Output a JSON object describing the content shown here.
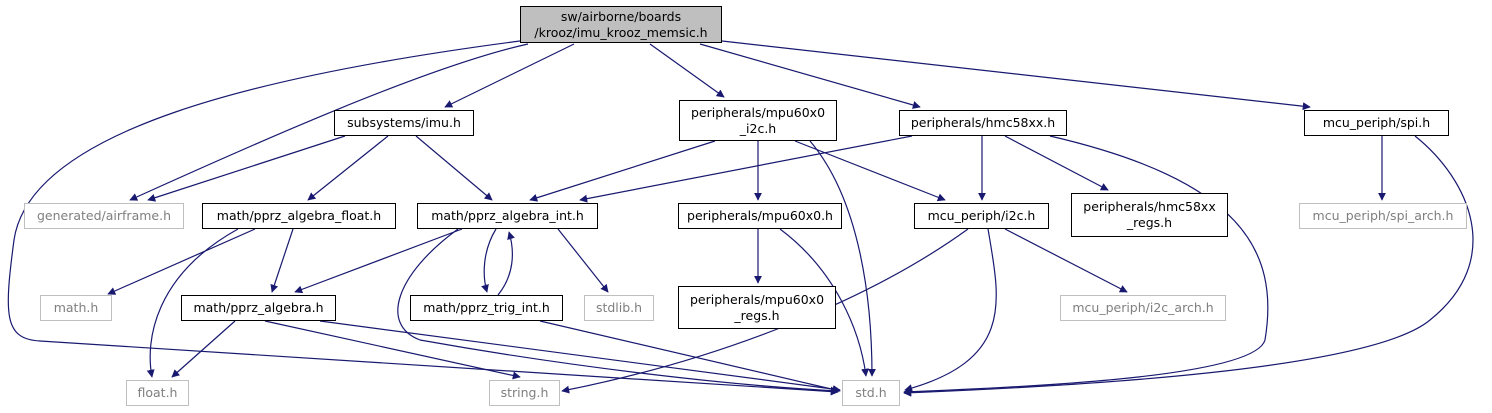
{
  "colors": {
    "edge": "#191970",
    "node_border": "#000000",
    "external_border": "#bfbfbf",
    "external_text": "#7f7f7f",
    "root_fill": "#bfbfbf"
  },
  "nodes": {
    "root": {
      "lines": [
        "sw/airborne/boards",
        "/krooz/imu_krooz_memsic.h"
      ]
    },
    "imu": {
      "lines": [
        "subsystems/imu.h"
      ]
    },
    "mpu60x0_i2c": {
      "lines": [
        "peripherals/mpu60x0",
        "_i2c.h"
      ]
    },
    "hmc58xx": {
      "lines": [
        "peripherals/hmc58xx.h"
      ]
    },
    "spi": {
      "lines": [
        "mcu_periph/spi.h"
      ]
    },
    "airframe": {
      "lines": [
        "generated/airframe.h"
      ]
    },
    "algebra_float": {
      "lines": [
        "math/pprz_algebra_float.h"
      ]
    },
    "algebra_int": {
      "lines": [
        "math/pprz_algebra_int.h"
      ]
    },
    "mpu60x0": {
      "lines": [
        "peripherals/mpu60x0.h"
      ]
    },
    "i2c": {
      "lines": [
        "mcu_periph/i2c.h"
      ]
    },
    "hmc58xx_regs": {
      "lines": [
        "peripherals/hmc58xx",
        "_regs.h"
      ]
    },
    "spi_arch": {
      "lines": [
        "mcu_periph/spi_arch.h"
      ]
    },
    "math": {
      "lines": [
        "math.h"
      ]
    },
    "algebra": {
      "lines": [
        "math/pprz_algebra.h"
      ]
    },
    "trig_int": {
      "lines": [
        "math/pprz_trig_int.h"
      ]
    },
    "stdlib": {
      "lines": [
        "stdlib.h"
      ]
    },
    "mpu60x0_regs": {
      "lines": [
        "peripherals/mpu60x0",
        "_regs.h"
      ]
    },
    "i2c_arch": {
      "lines": [
        "mcu_periph/i2c_arch.h"
      ]
    },
    "float": {
      "lines": [
        "float.h"
      ]
    },
    "string": {
      "lines": [
        "string.h"
      ]
    },
    "std": {
      "lines": [
        "std.h"
      ]
    }
  }
}
